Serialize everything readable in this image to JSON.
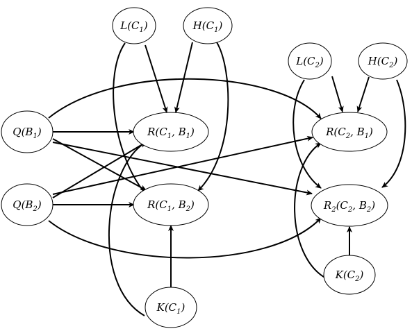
{
  "diagram": {
    "nodes": [
      {
        "id": "LC1",
        "label": "L(C",
        "sub": "1",
        "suffix": ")"
      },
      {
        "id": "HC1",
        "label": "H(C",
        "sub": "1",
        "suffix": ")"
      },
      {
        "id": "LC2",
        "label": "L(C",
        "sub": "2",
        "suffix": ")"
      },
      {
        "id": "HC2",
        "label": "H(C",
        "sub": "2",
        "suffix": ")"
      },
      {
        "id": "QB1",
        "label": "Q(B",
        "sub": "1",
        "suffix": ")"
      },
      {
        "id": "QB2",
        "label": "Q(B",
        "sub": "2",
        "suffix": ")"
      },
      {
        "id": "RC1B1",
        "label": "R(C",
        "sub": "1",
        "mid": ", B",
        "sub2": "1",
        "suffix": ")"
      },
      {
        "id": "RC1B2",
        "label": "R(C",
        "sub": "1",
        "mid": ", B",
        "sub2": "2",
        "suffix": ")"
      },
      {
        "id": "RC2B1",
        "label": "R(C",
        "sub": "2",
        "mid": ", B",
        "sub2": "1",
        "suffix": ")"
      },
      {
        "id": "R2C2B2",
        "label": "R",
        "sub0": "2",
        "label2": "(C",
        "sub": "2",
        "mid": ", B",
        "sub2": "2",
        "suffix": ")"
      },
      {
        "id": "KC1",
        "label": "K(C",
        "sub": "1",
        "suffix": ")"
      },
      {
        "id": "KC2",
        "label": "K(C",
        "sub": "2",
        "suffix": ")"
      }
    ],
    "edges": [
      {
        "from": "LC1",
        "to": "RC1B1"
      },
      {
        "from": "LC1",
        "to": "RC1B2"
      },
      {
        "from": "HC1",
        "to": "RC1B1"
      },
      {
        "from": "HC1",
        "to": "RC1B2"
      },
      {
        "from": "LC2",
        "to": "RC2B1"
      },
      {
        "from": "LC2",
        "to": "R2C2B2"
      },
      {
        "from": "HC2",
        "to": "RC2B1"
      },
      {
        "from": "HC2",
        "to": "R2C2B2"
      },
      {
        "from": "QB1",
        "to": "RC1B1"
      },
      {
        "from": "QB1",
        "to": "RC1B2"
      },
      {
        "from": "QB1",
        "to": "RC2B1"
      },
      {
        "from": "QB1",
        "to": "R2C2B2"
      },
      {
        "from": "QB2",
        "to": "RC1B1"
      },
      {
        "from": "QB2",
        "to": "RC1B2"
      },
      {
        "from": "QB2",
        "to": "RC2B1"
      },
      {
        "from": "QB2",
        "to": "R2C2B2"
      },
      {
        "from": "KC1",
        "to": "RC1B1"
      },
      {
        "from": "KC1",
        "to": "RC1B2"
      },
      {
        "from": "KC2",
        "to": "RC2B1"
      },
      {
        "from": "KC2",
        "to": "R2C2B2"
      }
    ]
  }
}
